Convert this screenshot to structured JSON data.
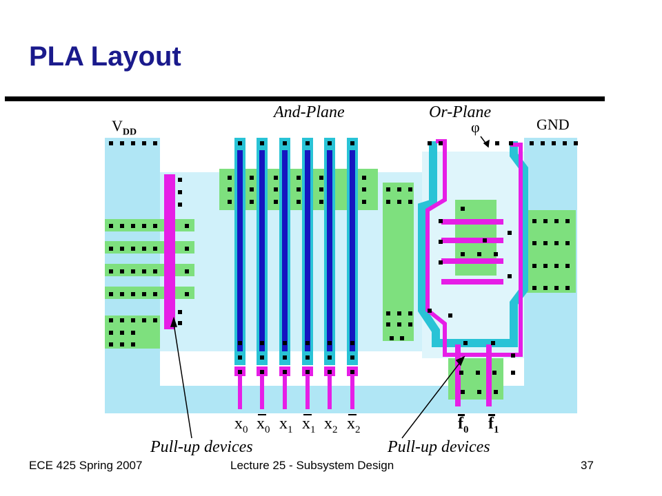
{
  "slide": {
    "title": "PLA Layout",
    "labels": {
      "vdd": "V",
      "vdd_sub": "DD",
      "and_plane": "And-Plane",
      "or_plane": "Or-Plane",
      "phi": "φ",
      "gnd": "GND",
      "pullup_left": "Pull-up devices",
      "pullup_right": "Pull-up devices"
    },
    "inputs": [
      {
        "name": "x",
        "sub": "0",
        "bar": false
      },
      {
        "name": "x",
        "sub": "0",
        "bar": true
      },
      {
        "name": "x",
        "sub": "1",
        "bar": false
      },
      {
        "name": "x",
        "sub": "1",
        "bar": true
      },
      {
        "name": "x",
        "sub": "2",
        "bar": false
      },
      {
        "name": "x",
        "sub": "2",
        "bar": true
      }
    ],
    "outputs": [
      {
        "name": "f",
        "sub": "0",
        "bar": true
      },
      {
        "name": "f",
        "sub": "1",
        "bar": true
      }
    ],
    "footer": {
      "course": "ECE 425 Spring 2007",
      "lecture": "Lecture 25 - Subsystem Design",
      "page": "37"
    },
    "colors": {
      "title": "#1a1a8c",
      "diffusion": "#7ee07e",
      "metal1": "#a8e4f5",
      "metal2": "#29c3d6",
      "poly": "#e61ee6",
      "via": "#1515c0",
      "contact": "#000000"
    }
  }
}
